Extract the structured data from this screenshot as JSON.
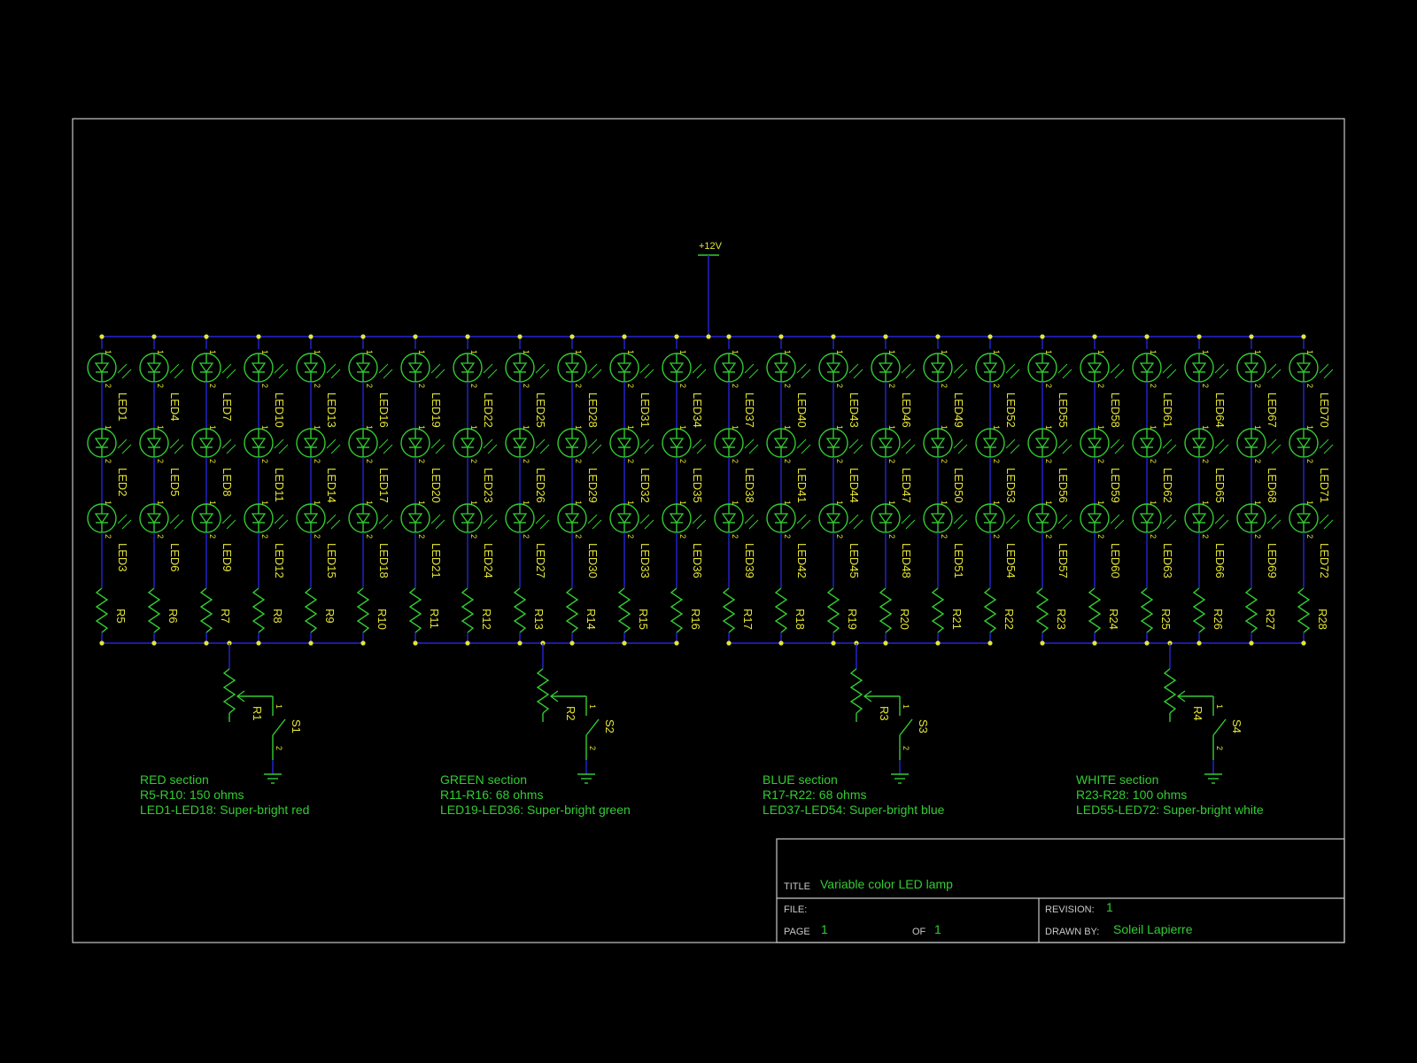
{
  "colors": {
    "background": "#000000",
    "frame": "#c8c8c8",
    "wire": "#2626d6",
    "component": "#33cc33",
    "label": "#e6e633",
    "junction": "#e6e633",
    "note": "#33cc33"
  },
  "power": {
    "label": "+12V"
  },
  "pin_labels": {
    "one": "1",
    "two": "2"
  },
  "sections": [
    {
      "leds": [
        "LED1",
        "LED2",
        "LED3",
        "LED4",
        "LED5",
        "LED6",
        "LED7",
        "LED8",
        "LED9",
        "LED10",
        "LED11",
        "LED12",
        "LED13",
        "LED14",
        "LED15",
        "LED16",
        "LED17",
        "LED18"
      ],
      "resistors": [
        "R5",
        "R6",
        "R7",
        "R8",
        "R9",
        "R10"
      ],
      "pot": "R1",
      "switch": "S1",
      "notes": [
        "RED section",
        "R5-R10: 150 ohms",
        "LED1-LED18: Super-bright red"
      ]
    },
    {
      "leds": [
        "LED19",
        "LED20",
        "LED21",
        "LED22",
        "LED23",
        "LED24",
        "LED25",
        "LED26",
        "LED27",
        "LED28",
        "LED29",
        "LED30",
        "LED31",
        "LED32",
        "LED33",
        "LED34",
        "LED35",
        "LED36"
      ],
      "resistors": [
        "R11",
        "R12",
        "R13",
        "R14",
        "R15",
        "R16"
      ],
      "pot": "R2",
      "switch": "S2",
      "notes": [
        "GREEN section",
        "R11-R16: 68 ohms",
        "LED19-LED36: Super-bright green"
      ]
    },
    {
      "leds": [
        "LED37",
        "LED38",
        "LED39",
        "LED40",
        "LED41",
        "LED42",
        "LED43",
        "LED44",
        "LED45",
        "LED46",
        "LED47",
        "LED48",
        "LED49",
        "LED50",
        "LED51",
        "LED52",
        "LED53",
        "LED54"
      ],
      "resistors": [
        "R17",
        "R18",
        "R19",
        "R20",
        "R21",
        "R22"
      ],
      "pot": "R3",
      "switch": "S3",
      "notes": [
        "BLUE section",
        "R17-R22: 68 ohms",
        "LED37-LED54: Super-bright blue"
      ]
    },
    {
      "leds": [
        "LED55",
        "LED56",
        "LED57",
        "LED58",
        "LED59",
        "LED60",
        "LED61",
        "LED62",
        "LED63",
        "LED64",
        "LED65",
        "LED66",
        "LED67",
        "LED68",
        "LED69",
        "LED70",
        "LED71",
        "LED72"
      ],
      "resistors": [
        "R23",
        "R24",
        "R25",
        "R26",
        "R27",
        "R28"
      ],
      "pot": "R4",
      "switch": "S4",
      "notes": [
        "WHITE section",
        "R23-R28: 100 ohms",
        "LED55-LED72: Super-bright white"
      ]
    }
  ],
  "title_block": {
    "title_label": "TITLE",
    "title": "Variable color LED lamp",
    "file_label": "FILE:",
    "file": "",
    "revision_label": "REVISION:",
    "revision": "1",
    "page_label": "PAGE",
    "page": "1",
    "of_label": "OF",
    "of": "1",
    "drawn_by_label": "DRAWN BY:",
    "drawn_by": "Soleil Lapierre"
  }
}
